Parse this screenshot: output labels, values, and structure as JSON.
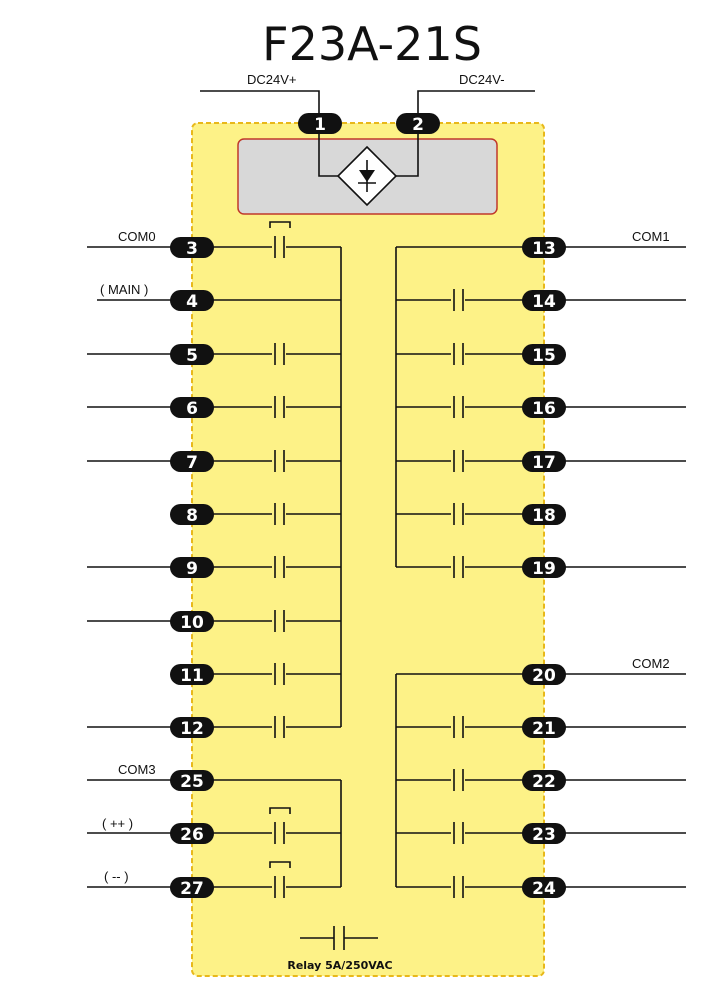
{
  "title": "F23A-21S",
  "power": {
    "plus_label": "DC24V+",
    "minus_label": "DC24V-"
  },
  "pins": {
    "p1": "1",
    "p2": "2",
    "p3": "3",
    "p4": "4",
    "p5": "5",
    "p6": "6",
    "p7": "7",
    "p8": "8",
    "p9": "9",
    "p10": "10",
    "p11": "11",
    "p12": "12",
    "p13": "13",
    "p14": "14",
    "p15": "15",
    "p16": "16",
    "p17": "17",
    "p18": "18",
    "p19": "19",
    "p20": "20",
    "p21": "21",
    "p22": "22",
    "p23": "23",
    "p24": "24",
    "p25": "25",
    "p26": "26",
    "p27": "27"
  },
  "labels": {
    "com0": "COM0",
    "main": "( MAIN )",
    "com1": "COM1",
    "com2": "COM2",
    "com3": "COM3",
    "plusplus": "( ++ )",
    "minusminus": "( -- )"
  },
  "relay_note": "Relay 5A/250VAC",
  "colors": {
    "module_fill": "#fdf287",
    "module_border": "#e8b81a",
    "supply_fill": "#d8d8d8",
    "supply_border": "#c0392b"
  }
}
